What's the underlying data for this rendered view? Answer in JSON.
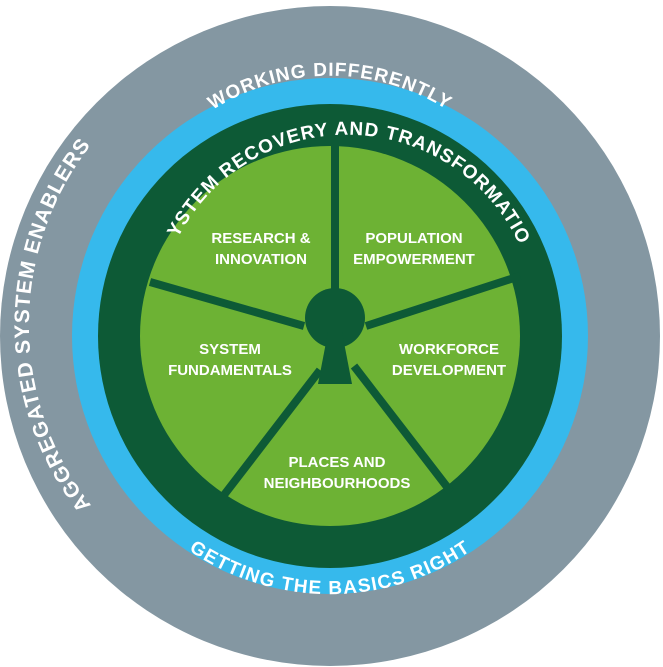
{
  "colors": {
    "outer_ring": "#8497a2",
    "blue_ring": "#36b9ec",
    "dark_green": "#0d5a36",
    "segment_green": "#6db234",
    "text": "#ffffff"
  },
  "rings": {
    "outer_label": "AGGREGATED SYSTEM ENABLERS",
    "blue_top_label": "WORKING DIFFERENTLY",
    "blue_bottom_label": "GETTING THE BASICS RIGHT",
    "dark_label": "SYSTEM RECOVERY AND TRANSFORMATION"
  },
  "segments": [
    {
      "key": "research",
      "line1": "RESEARCH &",
      "line2": "INNOVATION"
    },
    {
      "key": "population",
      "line1": "POPULATION",
      "line2": "EMPOWERMENT"
    },
    {
      "key": "workforce",
      "line1": "WORKFORCE",
      "line2": "DEVELOPMENT"
    },
    {
      "key": "places",
      "line1": "PLACES AND",
      "line2": "NEIGHBOURHOODS"
    },
    {
      "key": "fundamentals",
      "line1": "SYSTEM",
      "line2": "FUNDAMENTALS"
    }
  ],
  "center_icon": "keyhole-icon"
}
